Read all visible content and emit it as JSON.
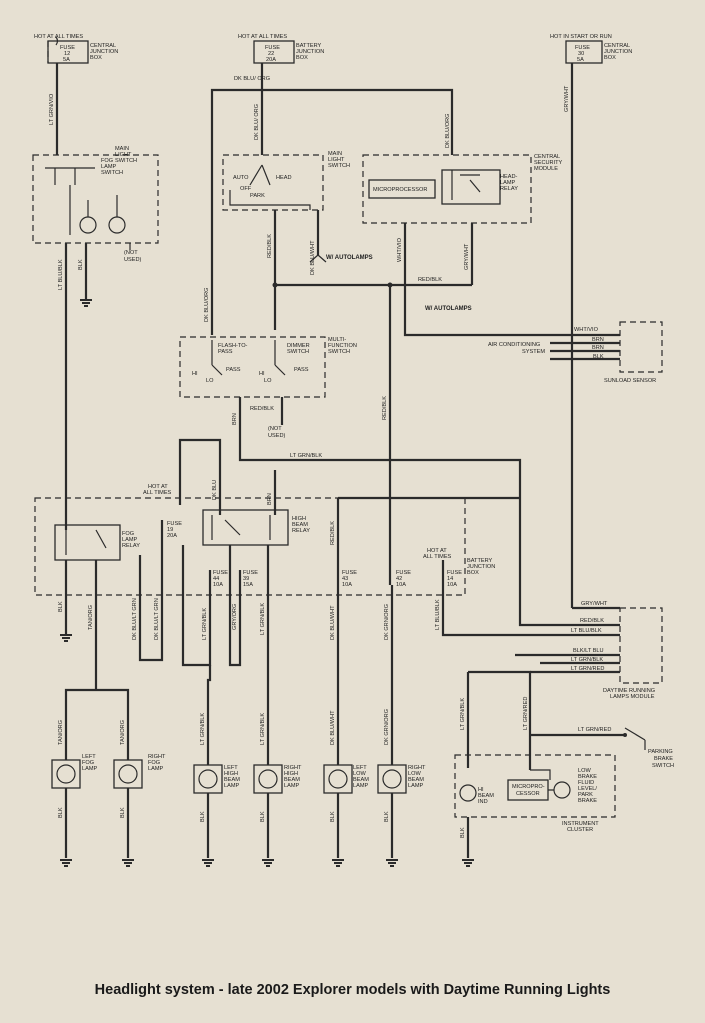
{
  "caption": "Headlight system - late 2002 Explorer models with Daytime Running Lights",
  "power": {
    "p1": {
      "label": "HOT AT ALL TIMES",
      "fuse": "FUSE",
      "num": "12",
      "amp": "5A",
      "box": [
        "CENTRAL",
        "JUNCTION",
        "BOX"
      ]
    },
    "p2": {
      "label": "HOT AT ALL TIMES",
      "fuse": "FUSE",
      "num": "22",
      "amp": "20A",
      "box": [
        "BATTERY",
        "JUNCTION",
        "BOX"
      ]
    },
    "p3": {
      "label": "HOT IN START OR RUN",
      "fuse": "FUSE",
      "num": "30",
      "amp": "5A",
      "box": [
        "CENTRAL",
        "JUNCTION",
        "BOX"
      ]
    },
    "p4": {
      "label": [
        "HOT AT",
        "ALL TIMES"
      ],
      "fuse": "FUSE",
      "num": "19",
      "amp": "20A"
    },
    "p5": {
      "label": [
        "HOT AT",
        "ALL TIMES"
      ],
      "box": [
        "BATTERY",
        "JUNCTION",
        "BOX"
      ]
    }
  },
  "fuses": {
    "f44": {
      "fuse": "FUSE",
      "num": "44",
      "amp": "10A"
    },
    "f39": {
      "fuse": "FUSE",
      "num": "39",
      "amp": "15A"
    },
    "f43": {
      "fuse": "FUSE",
      "num": "43",
      "amp": "10A"
    },
    "f42": {
      "fuse": "FUSE",
      "num": "42",
      "amp": "10A"
    },
    "f14": {
      "fuse": "FUSE",
      "num": "14",
      "amp": "10A"
    }
  },
  "components": {
    "main_switch_fog": [
      "MAIN",
      "LIGHT",
      "SWITCH"
    ],
    "fog_lamp_switch": [
      "FOG",
      "LAMP",
      "SWITCH"
    ],
    "main_switch_head": [
      "MAIN",
      "LIGHT",
      "SWITCH"
    ],
    "auto": "AUTO",
    "off": "OFF",
    "park": "PARK",
    "head": "HEAD",
    "csm": [
      "CENTRAL",
      "SECURITY",
      "MODULE"
    ],
    "microprocessor": "MICROPROCESSOR",
    "headlamp_relay": [
      "HEAD-",
      "LAMP",
      "RELAY"
    ],
    "not_used_1": [
      "(NOT",
      "USED)"
    ],
    "w_autolamps_1": "W/ AUTOLAMPS",
    "w_autolamps_2": "W/ AUTOLAMPS",
    "multi_switch": [
      "MULTI-",
      "FUNCTION",
      "SWITCH"
    ],
    "flash_to_pass": [
      "FLASH-TO-",
      "PASS"
    ],
    "dimmer_switch": [
      "DIMMER",
      "SWITCH"
    ],
    "hi_1": "HI",
    "lo_1": "LO",
    "pass_1": "PASS",
    "hi_2": "HI",
    "lo_2": "LO",
    "pass_2": "PASS",
    "not_used_2": [
      "(NOT",
      "USED)"
    ],
    "ac_system": [
      "AIR CONDITIONING",
      "SYSTEM"
    ],
    "sunload_sensor": "SUNLOAD SENSOR",
    "fog_lamp_relay": [
      "FOG",
      "LAMP",
      "RELAY"
    ],
    "high_beam_relay": [
      "HIGH",
      "BEAM",
      "RELAY"
    ],
    "drl_module": [
      "DAYTIME RUNNING",
      "LAMPS MODULE"
    ],
    "parking_brake_switch": [
      "PARKING",
      "BRAKE",
      "SWITCH"
    ],
    "left_fog_lamp": [
      "LEFT",
      "FOG",
      "LAMP"
    ],
    "right_fog_lamp": [
      "RIGHT",
      "FOG",
      "LAMP"
    ],
    "left_high_beam": [
      "LEFT",
      "HIGH",
      "BEAM",
      "LAMP"
    ],
    "right_high_beam": [
      "RIGHT",
      "HIGH",
      "BEAM",
      "LAMP"
    ],
    "left_low_beam": [
      "LEFT",
      "LOW",
      "BEAM",
      "LAMP"
    ],
    "right_low_beam": [
      "RIGHT",
      "LOW",
      "BEAM",
      "LAMP"
    ],
    "hi_beam_ind": [
      "HI",
      "BEAM",
      "IND"
    ],
    "cluster_micro": [
      "MICROPRO-",
      "CESSOR"
    ],
    "low_brake": [
      "LOW",
      "BRAKE",
      "FLUID",
      "LEVEL/",
      "PARK",
      "BRAKE"
    ],
    "instrument_cluster": [
      "INSTRUMENT",
      "CLUSTER"
    ]
  },
  "wires": {
    "lt_grn_vio": "LT GRN/VIO",
    "dk_blu_org_top": "DK BLU/ ORG",
    "dk_blu_org_v": "DK BLU/ ORG",
    "dk_blu_org_csm": "DK BLU/ORG",
    "gry_wht_top": "GRY/WHT",
    "lt_blu_blk_1": "LT BLU/BLK",
    "blk_1": "BLK",
    "red_blk_1": "RED/BLK",
    "dk_blu_wht_1": "DK BLU/WHT",
    "wht_vio": "WHT/VIO",
    "gry_wht_2": "GRY/WHT",
    "red_blk_h": "RED/BLK",
    "dk_blu_org_left": "DK BLU/ORG",
    "red_blk_v": "RED/BLK",
    "brn_1": "BRN",
    "red_blk_2": "RED/BLK",
    "lt_grn_blk_h": "LT GRN/BLK",
    "lt_blu_blk_2": "LT BLU/BLK",
    "dk_blu_v": "DK BLU",
    "brn_2": "BRN",
    "red_blk_3": "RED/BLK",
    "sun_wht_vio": "WHT/VIO",
    "sun_brn1": "BRN",
    "sun_brn2": "BRN",
    "sun_blk": "BLK",
    "blk_2": "BLK",
    "tan_org_1": "TAN/ORG",
    "dk_blu_lt_grn_1": "DK BLU/LT GRN",
    "dk_blu_lt_grn_2": "DK BLU/LT GRN",
    "lt_grn_blk_1": "LT GRN/BLK",
    "gry_org": "GRY/ORG",
    "lt_grn_blk_2": "LT GRN/BLK",
    "dk_blu_wht_2": "DK BLU/WHT",
    "dk_grn_org_1": "DK GRN/ORG",
    "lt_blu_blk_3": "LT BLU/BLK",
    "m_gry_wht": "GRY/WHT",
    "m_red_blk": "RED/BLK",
    "m_lt_blu_blk": "LT BLU/BLK",
    "m_blk_lt_blu": "BLK/LT BLU",
    "m_lt_grn_blk": "LT GRN/BLK",
    "m_lt_grn_red": "LT GRN/RED",
    "lt_grn_red_pb": "LT GRN/RED",
    "tan_org_2": "TAN/ORG",
    "tan_org_3": "TAN/ORG",
    "lt_grn_blk_3": "LT GRN/BLK",
    "lt_grn_blk_4": "LT GRN/BLK",
    "dk_blu_wht_3": "DK BLU/WHT",
    "dk_grn_org_2": "DK GRN/ORG",
    "lt_grn_blk_5": "LT GRN/BLK",
    "lt_grn_red_5": "LT GRN/RED",
    "blk_3": "BLK",
    "blk_4": "BLK",
    "blk_5": "BLK",
    "blk_6": "BLK",
    "blk_7": "BLK",
    "blk_8": "BLK",
    "blk_9": "BLK"
  }
}
